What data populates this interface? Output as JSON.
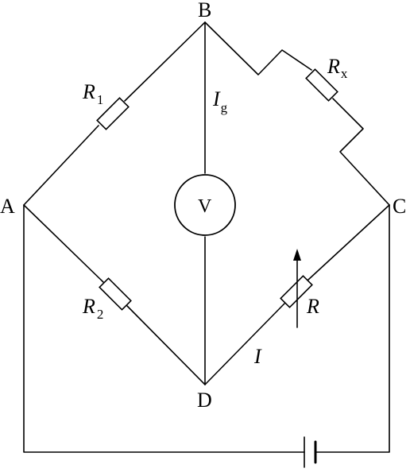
{
  "nodes": {
    "A": "A",
    "B": "B",
    "C": "C",
    "D": "D"
  },
  "components": {
    "r1": {
      "symbol": "R",
      "subscript": "1"
    },
    "r2": {
      "symbol": "R",
      "subscript": "2"
    },
    "rx": {
      "symbol": "R",
      "subscript": "x"
    },
    "r": {
      "symbol": "R"
    },
    "meter": {
      "label": "V"
    }
  },
  "currents": {
    "ig": {
      "symbol": "I",
      "subscript": "g"
    },
    "i": {
      "symbol": "I"
    }
  },
  "colors": {
    "stroke": "#000000",
    "background": "#ffffff"
  }
}
